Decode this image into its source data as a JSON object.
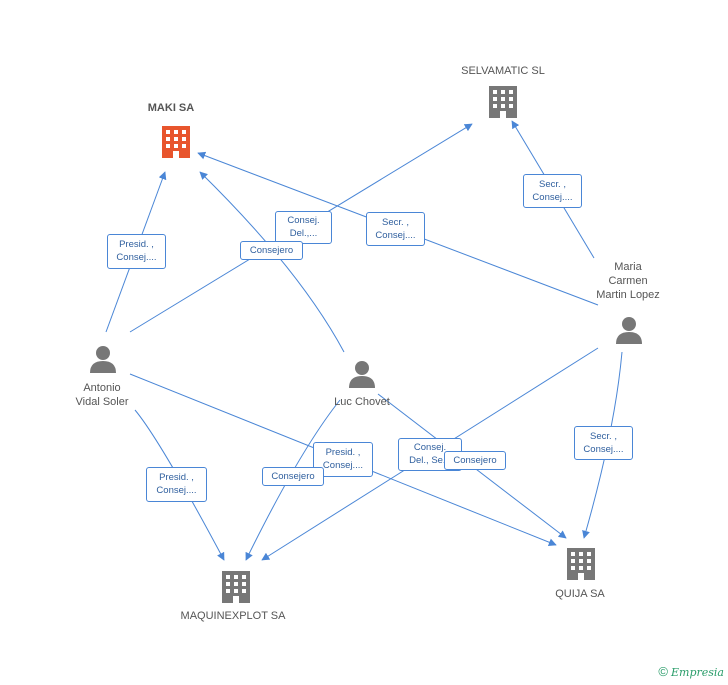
{
  "nodes": {
    "maki": {
      "label": "MAKI SA",
      "color": "#e8552d"
    },
    "selvamatic": {
      "label": "SELVAMATIC SL",
      "color": "#777777"
    },
    "maquinexplot": {
      "label": "MAQUINEXPLOT SA",
      "color": "#777777"
    },
    "quija": {
      "label": "QUIJA SA",
      "color": "#777777"
    },
    "antonio": {
      "label": "Antonio\nVidal Soler",
      "color": "#777777"
    },
    "luc": {
      "label": "Luc Chovet",
      "color": "#777777"
    },
    "maria": {
      "label": "Maria\nCarmen\nMartin Lopez",
      "color": "#777777"
    }
  },
  "edge_labels": {
    "antonio_maki": "Presid. ,\nConsej....",
    "luc_maki": "Consejero",
    "luc_selvamatic": "Consej.\nDel.,...",
    "maria_maki": "Secr. ,\nConsej....",
    "maria_selvamatic": "Secr. ,\nConsej....",
    "antonio_maquinexplot": "Presid. ,\nConsej....",
    "luc_maquinexplot": "Consejero",
    "antonio_quija": "Presid. ,\nConsej....",
    "luc_quija": "Consej.\nDel., Se...",
    "maria_maquinexplot": "Consejero",
    "maria_quija": "Secr. ,\nConsej...."
  },
  "colors": {
    "edge": "#4a86d6",
    "company": "#777777",
    "main_company": "#e8552d"
  },
  "footer": {
    "copyright": "©",
    "brand": "Empresia"
  }
}
